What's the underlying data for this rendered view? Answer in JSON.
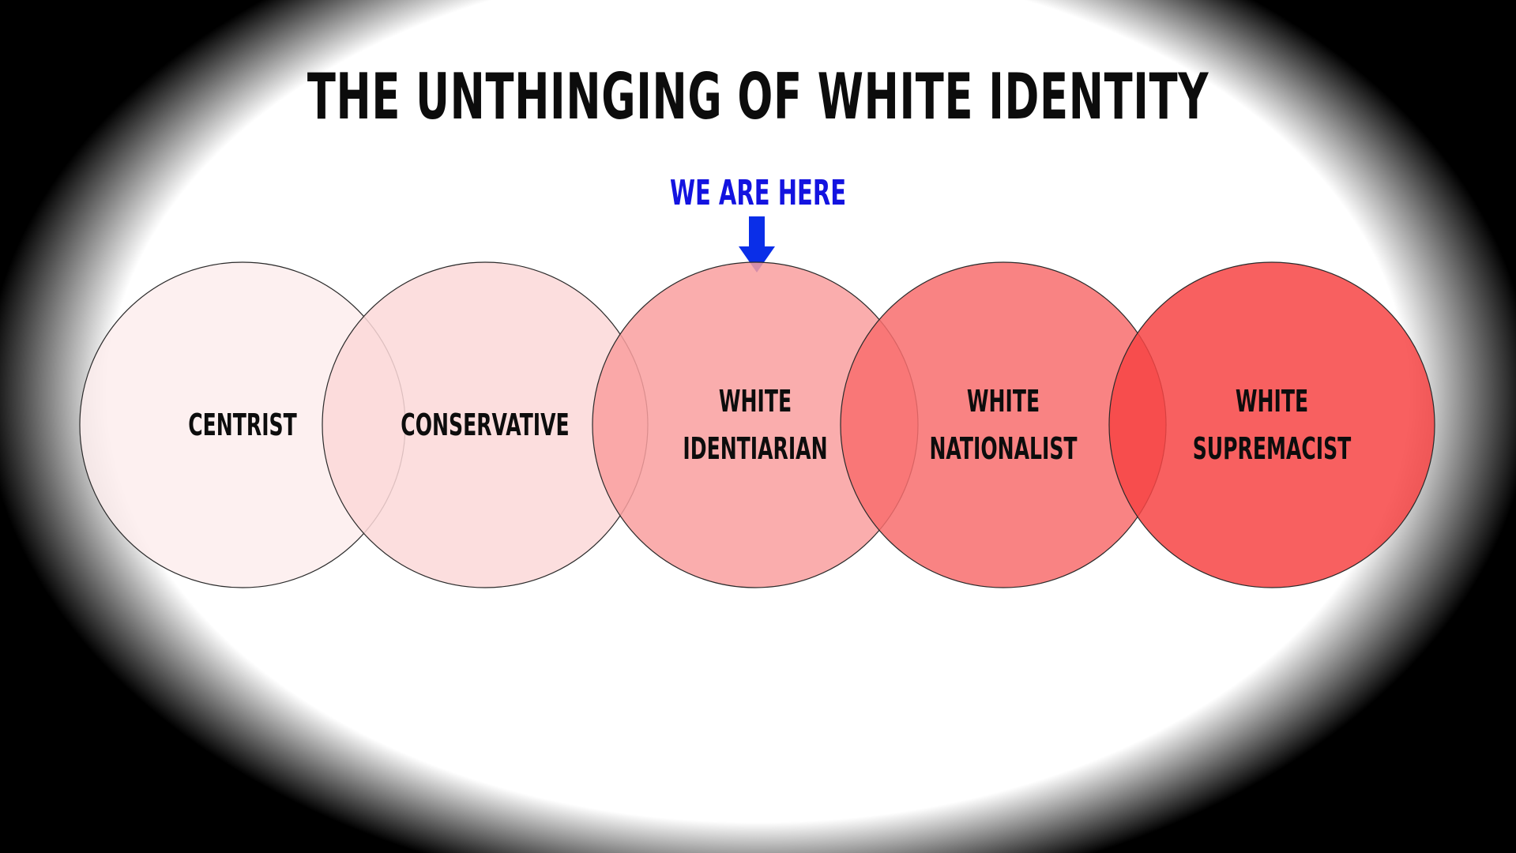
{
  "title": "THE UNTHINGING OF WHITE IDENTITY",
  "marker": {
    "label": "WE ARE HERE",
    "color": "#1313e0",
    "icon": "down-arrow-icon"
  },
  "spectrum": [
    {
      "line1": "CENTRIST",
      "line2": "",
      "fill": "#fdeded"
    },
    {
      "line1": "CONSERVATIVE",
      "line2": "",
      "fill": "#fbd8d8"
    },
    {
      "line1": "WHITE",
      "line2": "IDENTIARIAN",
      "fill": "#f99f9f"
    },
    {
      "line1": "WHITE",
      "line2": "NATIONALIST",
      "fill": "#f86d6d"
    },
    {
      "line1": "WHITE",
      "line2": "SUPREMACIST",
      "fill": "#f74444"
    }
  ],
  "colors": {
    "background_edge": "#000000",
    "background_center": "#ffffff",
    "title": "#0c0c0c"
  }
}
